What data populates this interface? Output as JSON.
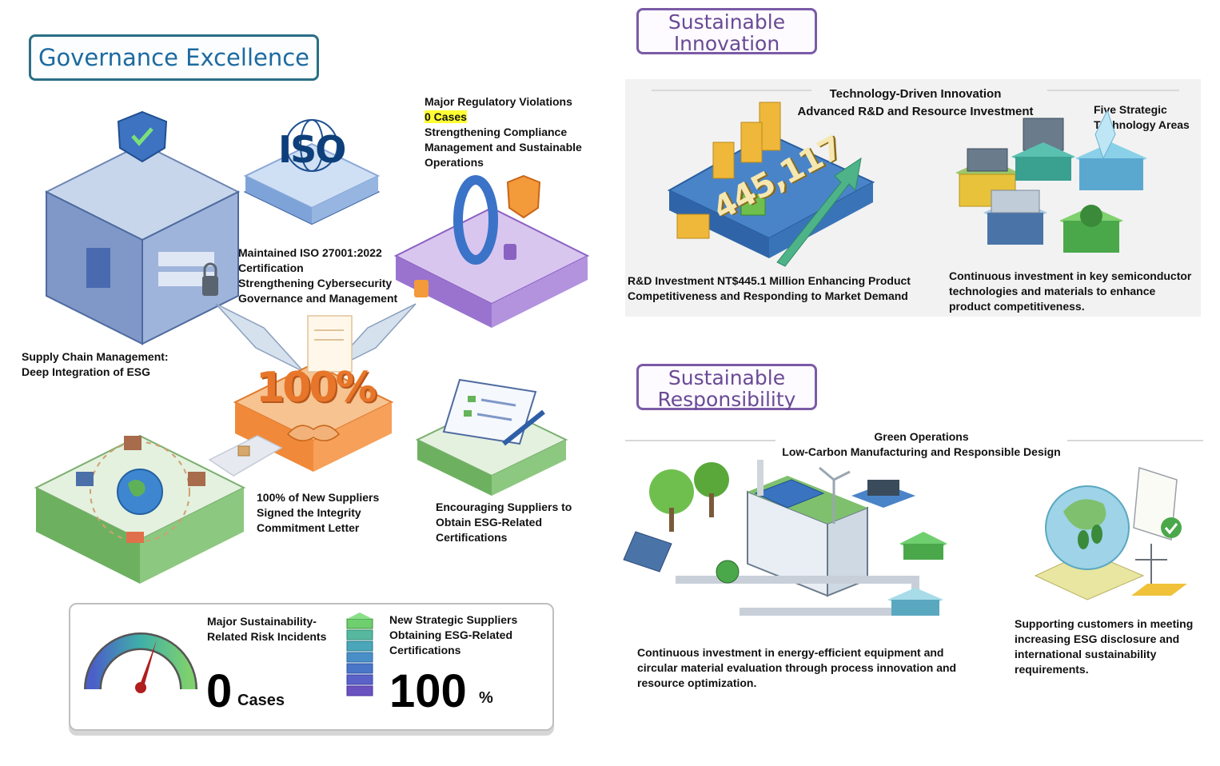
{
  "governance": {
    "title": "Governance Excellence",
    "iso_badge": "ISO",
    "iso": {
      "line1": "Maintained ISO 27001:2022",
      "line2": "Certification",
      "line3": "Strengthening Cybersecurity",
      "line4": "Governance and Management"
    },
    "regulatory": {
      "line1": "Major Regulatory Violations",
      "highlight": "0 Cases",
      "line3": "Strengthening Compliance",
      "line4": "Management and Sustainable",
      "line5": "Operations"
    },
    "supply_chain": {
      "line1": "Supply Chain Management:",
      "line2": "Deep Integration of ESG"
    },
    "percent_graphic": "100%",
    "integrity": {
      "line1": "100% of New Suppliers",
      "line2": "Signed the Integrity",
      "line3": "Commitment Letter"
    },
    "encourage": {
      "line1": "Encouraging Suppliers to",
      "line2": "Obtain ESG-Related",
      "line3": "Certifications"
    },
    "stats": {
      "risk": {
        "line1": "Major Sustainability-",
        "line2": "Related Risk Incidents",
        "value": "0",
        "unit": "Cases",
        "gauge_level": 0.6
      },
      "suppliers": {
        "line1": "New Strategic Suppliers",
        "line2": "Obtaining ESG-Related",
        "line3": "Certifications",
        "value": "100",
        "unit": "%"
      }
    }
  },
  "innovation": {
    "title_line1": "Sustainable",
    "title_line2": "Innovation",
    "header_line1": "Technology-Driven Innovation",
    "header_line2": "Advanced R&D and Resource Investment",
    "five_areas": {
      "line1": "Five Strategic",
      "line2": "Technology Areas"
    },
    "graphic_number": "445,117",
    "rd": {
      "line1": "R&D Investment NT$445.1 Million Enhancing Product",
      "line2": "Competitiveness and Responding to Market Demand"
    },
    "semi": {
      "line1": "Continuous investment in key semiconductor",
      "line2": "technologies and materials to enhance",
      "line3": "product competitiveness."
    }
  },
  "responsibility": {
    "title_line1": "Sustainable",
    "title_line2": "Responsibility",
    "header_line1": "Green Operations",
    "header_line2": "Low-Carbon Manufacturing and Responsible Design",
    "energy": {
      "line1": "Continuous investment in energy-efficient equipment and",
      "line2": "circular material evaluation through process innovation and",
      "line3": "resource optimization."
    },
    "customers": {
      "line1": "Supporting customers in meeting",
      "line2": "increasing ESG disclosure and",
      "line3": "international sustainability",
      "line4": "requirements."
    }
  },
  "colors": {
    "gov_border": "#2a6f86",
    "gov_text": "#1d6aa0",
    "sus_border": "#7b5aa6",
    "sus_text": "#6a4a95",
    "highlight": "#ffff33"
  }
}
